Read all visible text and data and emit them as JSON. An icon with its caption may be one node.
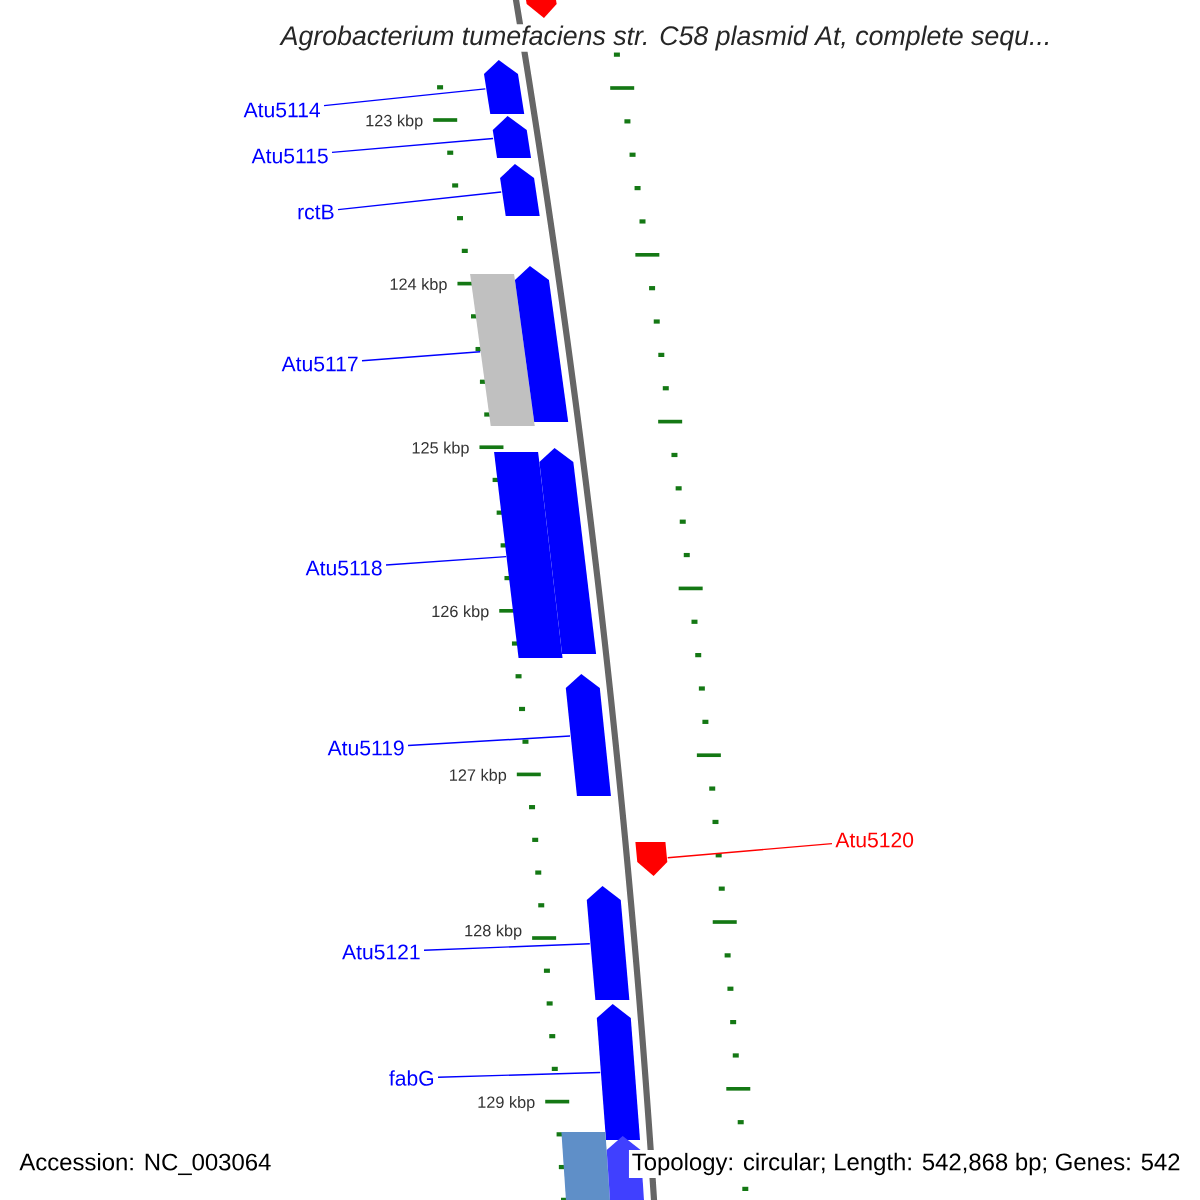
{
  "diagram": {
    "title": "Agrobacterium tumefaciens str. C58 plasmid At, complete sequ...",
    "nodes": [
      {
        "text": [],
        "shape": "arrow"
      },
      {
        "text": [
          "Atu5114"
        ]
      },
      {
        "text": [],
        "shape": "arrow"
      },
      {
        "text": [
          "Atu5115"
        ]
      },
      {
        "text": [],
        "shape": "arrow"
      },
      {
        "text": [
          "rctB"
        ]
      },
      {
        "text": [],
        "shape": "arrow"
      },
      {
        "text": [
          "Atu5117"
        ]
      },
      {
        "text": [],
        "shape": "bar"
      },
      {
        "text": [],
        "shape": "arrow"
      },
      {
        "text": [
          "Atu5118"
        ]
      },
      {
        "text": [],
        "shape": "bar"
      },
      {
        "text": [],
        "shape": "arrow"
      },
      {
        "text": [
          "Atu5119"
        ]
      },
      {
        "text": [],
        "shape": "arrow"
      },
      {
        "text": [
          "Atu5120"
        ]
      },
      {
        "text": [],
        "shape": "arrow"
      },
      {
        "text": [
          "Atu5121"
        ]
      },
      {
        "text": [],
        "shape": "arrow"
      },
      {
        "text": [
          "fabG"
        ]
      },
      {
        "text": [],
        "shape": "arrow"
      },
      {
        "text": [],
        "shape": "bar"
      },
      {
        "text": [],
        "shape": "arrow"
      }
    ],
    "edges": [
      {
        "from": 1,
        "to": 2,
        "arrow": "none"
      },
      {
        "from": 3,
        "to": 4,
        "arrow": "none"
      },
      {
        "from": 5,
        "to": 6,
        "arrow": "none"
      },
      {
        "from": 7,
        "to": 8,
        "arrow": "none"
      },
      {
        "from": 10,
        "to": 11,
        "arrow": "none"
      },
      {
        "from": 13,
        "to": 14,
        "arrow": "none"
      },
      {
        "from": 15,
        "to": 16,
        "arrow": "none",
        "color": "#ff0000"
      },
      {
        "from": 17,
        "to": 18,
        "arrow": "none"
      },
      {
        "from": 19,
        "to": 20,
        "arrow": "none"
      }
    ],
    "labels": [
      "123 kbp",
      "124 kbp",
      "125 kbp",
      "126 kbp",
      "127 kbp",
      "128 kbp",
      "129 kbp",
      "Accession: NC_003064",
      "Topology: circular; Length: 542,868 bp; Genes: 542"
    ]
  }
}
